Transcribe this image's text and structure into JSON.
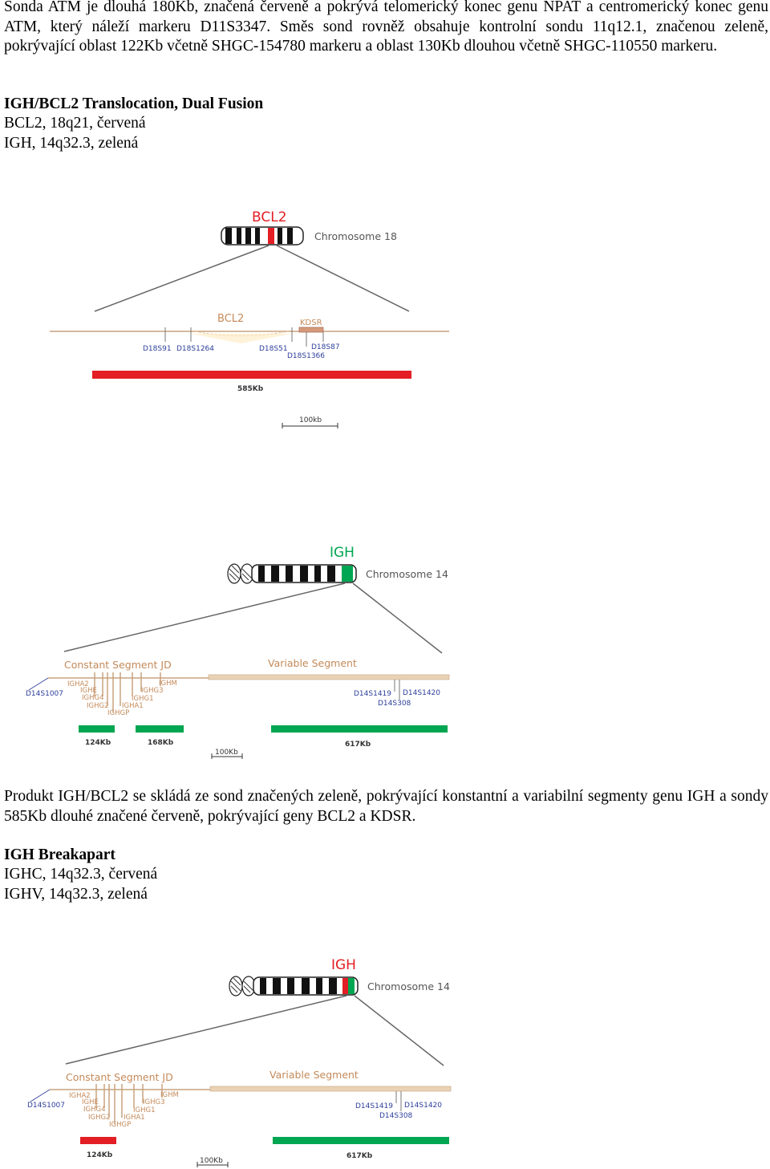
{
  "intro": {
    "paragraph": "Sonda ATM je dlouhá 180Kb, značená červeně a pokrývá telomerický konec genu NPAT a centromerický konec genu ATM, který náleží markeru D11S3347. Směs sond rovněž obsahuje kontrolní sondu 11q12.1, značenou zeleně, pokrývající oblast 122Kb včetně SHGC-154780 markeru a oblast 130Kb dlouhou včetně SHGC-110550 markeru."
  },
  "section1": {
    "title": "IGH/BCL2 Translocation, Dual Fusion",
    "line1": "BCL2, 18q21, červená",
    "line2": "IGH, 14q32.3, zelená"
  },
  "fig_bcl2": {
    "gene_label": "BCL2",
    "chromosome_label": "Chromosome 18",
    "region_gene": "BCL2",
    "region_gene2": "KDSR",
    "markers": [
      "D18S91",
      "D18S1264",
      "D18S51",
      "D18S87",
      "D18S1366"
    ],
    "probe_label": "585Kb",
    "scale_label": "100kb",
    "colors": {
      "red": "#e31e24",
      "green": "#00a651",
      "tan": "#c9a27e"
    }
  },
  "fig_igh1": {
    "gene_label": "IGH",
    "chromosome_label": "Chromosome 14",
    "constant_label": "Constant Segment JD",
    "variable_label": "Variable Segment",
    "left_marker": "D14S1007",
    "genes": [
      "IGHA2",
      "IGHE",
      "IGHG4",
      "IGHG2",
      "IGHGP",
      "IGHA1",
      "IGHG1",
      "IGHG3",
      "IGHM"
    ],
    "right_markers": [
      "D14S1419",
      "D14S1420",
      "D14S308"
    ],
    "probe1_label": "124Kb",
    "probe2_label": "168Kb",
    "probe3_label": "617Kb",
    "scale_label": "100Kb"
  },
  "section2": {
    "paragraph": "Produkt IGH/BCL2 se skládá ze sond značených zeleně, pokrývající konstantní a variabilní segmenty genu IGH a sondy 585Kb dlouhé značené červeně, pokrývající geny BCL2 a KDSR."
  },
  "section3": {
    "title": "IGH Breakapart",
    "line1": "IGHC, 14q32.3, červená",
    "line2": "IGHV, 14q32.3, zelená"
  },
  "fig_igh2": {
    "gene_label": "IGH",
    "chromosome_label": "Chromosome 14",
    "constant_label": "Constant Segment JD",
    "variable_label": "Variable Segment",
    "left_marker": "D14S1007",
    "genes": [
      "IGHA2",
      "IGHE",
      "IGHG4",
      "IGHG2",
      "IGHGP",
      "IGHA1",
      "IGHG1",
      "IGHG3",
      "IGHM"
    ],
    "right_markers": [
      "D14S1419",
      "D14S1420",
      "D14S308"
    ],
    "probe1_label": "124Kb",
    "probe3_label": "617Kb",
    "scale_label": "100Kb"
  }
}
